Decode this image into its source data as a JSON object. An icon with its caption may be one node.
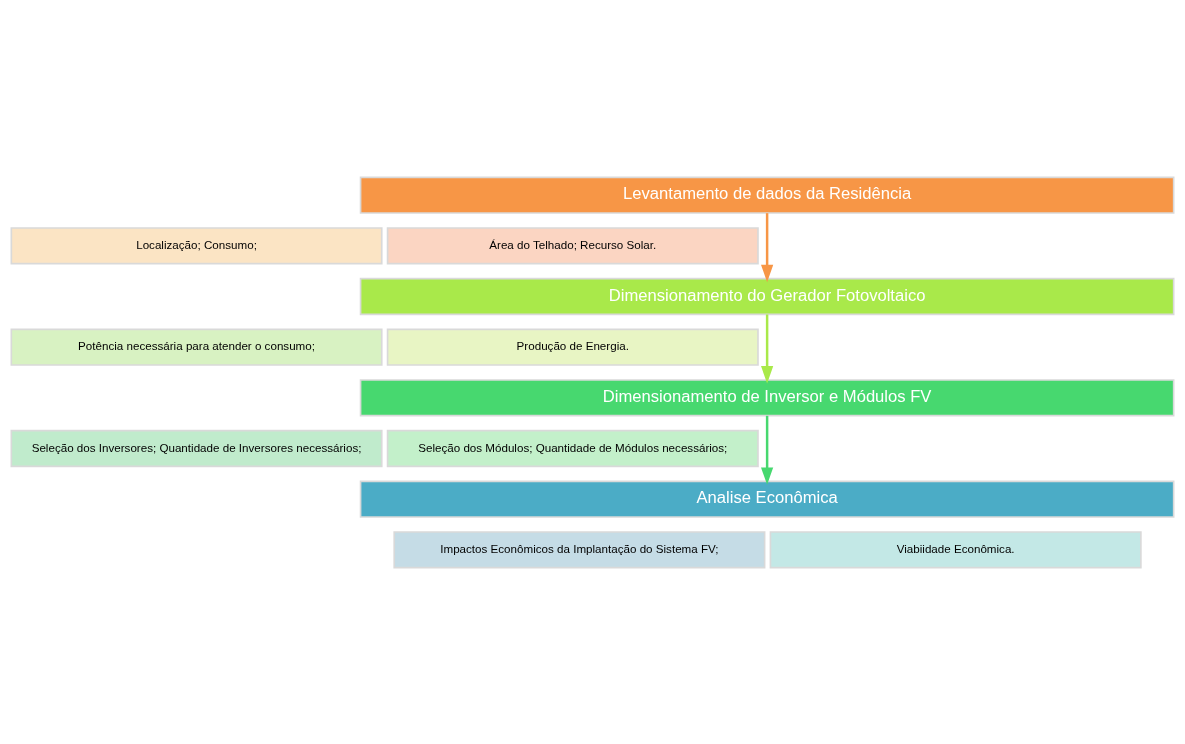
{
  "diagram": {
    "nodes": [
      {
        "text": [
          "Levantamento de dados da Residência"
        ]
      },
      {
        "text": [
          "Localização; Consumo;"
        ]
      },
      {
        "text": [
          "Área do Telhado; Recurso Solar."
        ]
      },
      {
        "text": [
          "Dimensionamento do Gerador Fotovoltaico"
        ]
      },
      {
        "text": [
          "Potência necessária para atender o consumo;"
        ]
      },
      {
        "text": [
          "Produção de Energia."
        ]
      },
      {
        "text": [
          "Dimensionamento de Inversor e Módulos FV"
        ]
      },
      {
        "text": [
          "Seleção dos Inversores; Quantidade de Inversores necessários;"
        ]
      },
      {
        "text": [
          "Seleção dos Módulos; Quantidade de Módulos necessários;"
        ]
      },
      {
        "text": [
          "Analise Econômica"
        ]
      },
      {
        "text": [
          "Impactos Econômicos da Implantação do Sistema FV;"
        ]
      },
      {
        "text": [
          "Viabiidade Econômica."
        ]
      }
    ],
    "edges": [
      {
        "from": 0,
        "to": 3,
        "arrow": "to",
        "color": "#f79646"
      },
      {
        "from": 3,
        "to": 6,
        "arrow": "to",
        "color": "#a9e94a"
      },
      {
        "from": 6,
        "to": 9,
        "arrow": "to",
        "color": "#47d86f"
      }
    ]
  }
}
